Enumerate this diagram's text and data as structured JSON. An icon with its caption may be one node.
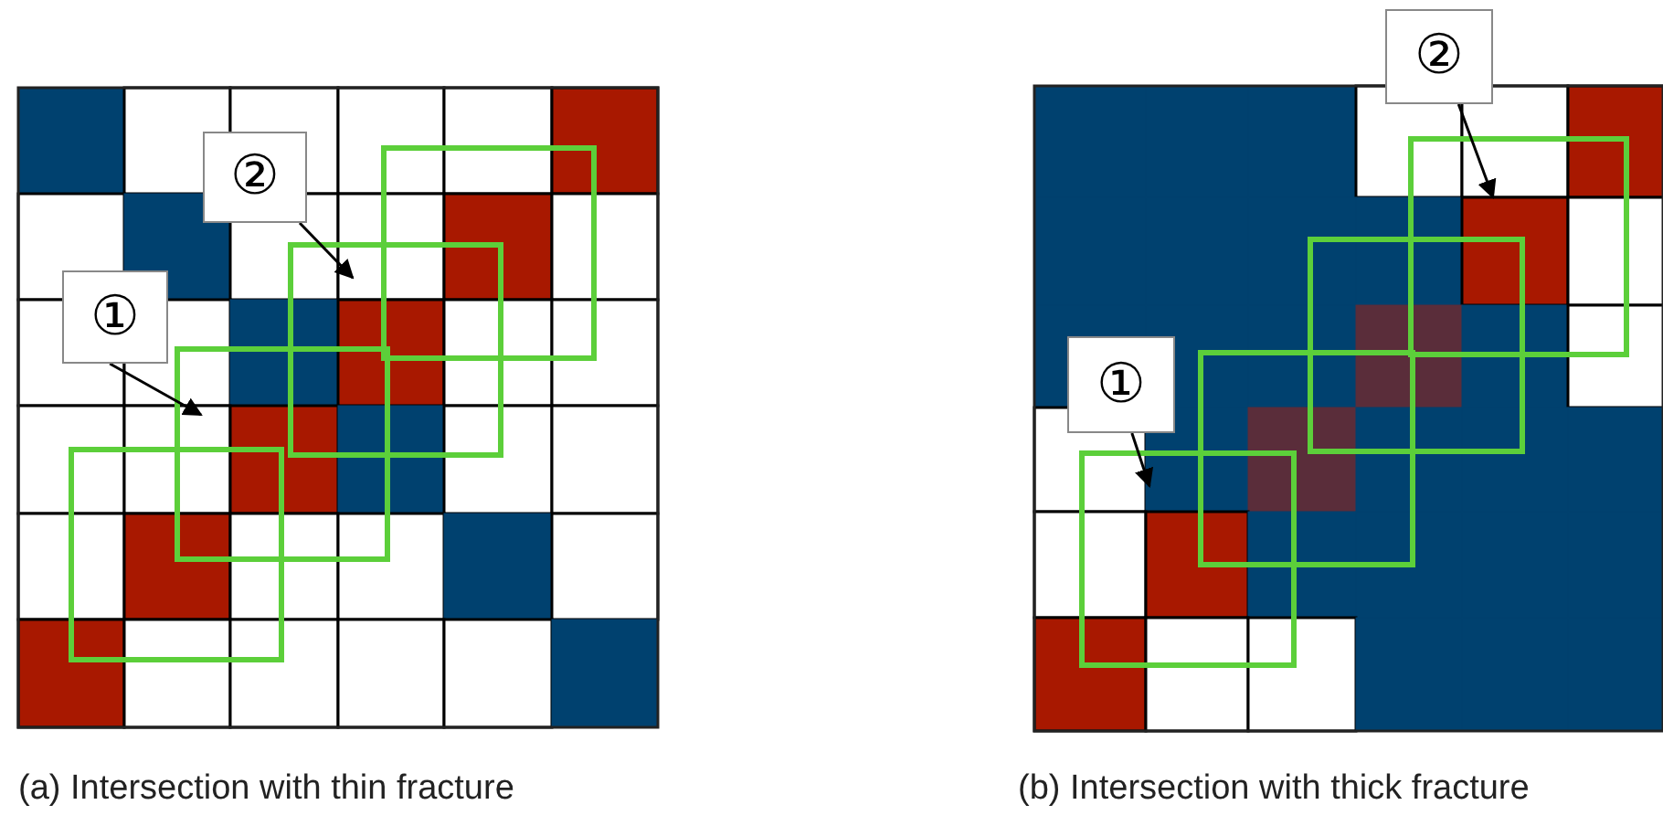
{
  "diagram": {
    "nodes": [
      {
        "text": [
          "①"
        ]
      },
      {
        "text": [
          "②"
        ]
      },
      {
        "text": [
          "①"
        ]
      },
      {
        "text": [
          "②"
        ]
      }
    ],
    "edges": [
      {
        "from": 0,
        "to": null,
        "arrow": "to"
      },
      {
        "from": 1,
        "to": null,
        "arrow": "to"
      },
      {
        "from": 2,
        "to": null,
        "arrow": "to"
      },
      {
        "from": 3,
        "to": null,
        "arrow": "to"
      }
    ],
    "labels": [
      "(a) Intersection with thin fracture",
      "(b) Intersection with thick fracture"
    ]
  }
}
